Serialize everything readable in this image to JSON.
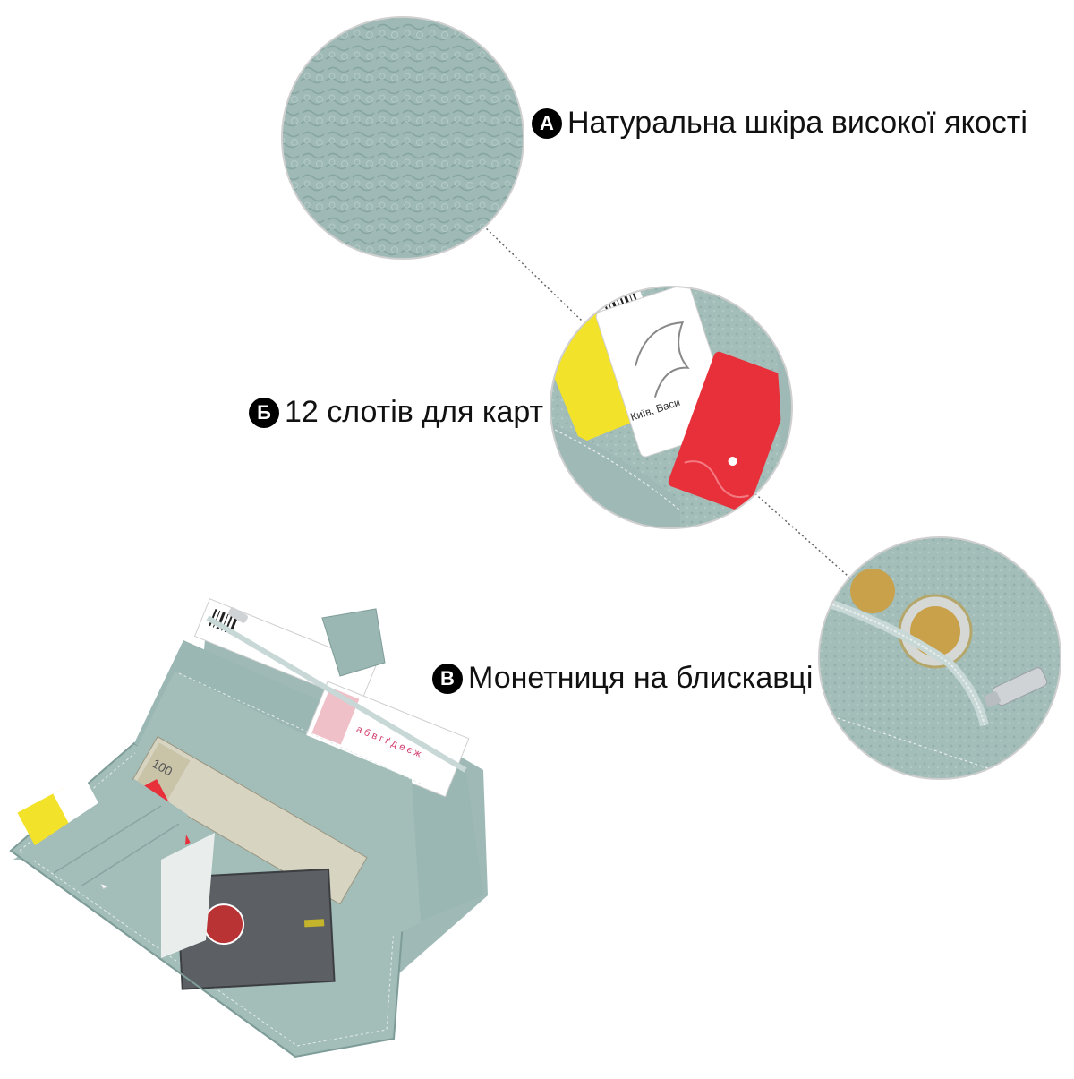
{
  "features": [
    {
      "badge": "A",
      "text": "Натуральна шкіра високої якості"
    },
    {
      "badge": "Б",
      "text": "12 слотів для карт"
    },
    {
      "badge": "B",
      "text": "Монетниця на блискавці"
    }
  ],
  "card_caption": "Київ, Васи",
  "colors": {
    "leather": "#9bb7b3",
    "leather_dark": "#7e9c98",
    "card_red": "#e8303a",
    "card_yellow": "#f2e22a",
    "coin_gold": "#c9a14a",
    "zipper_silver": "#cfd3d6"
  }
}
